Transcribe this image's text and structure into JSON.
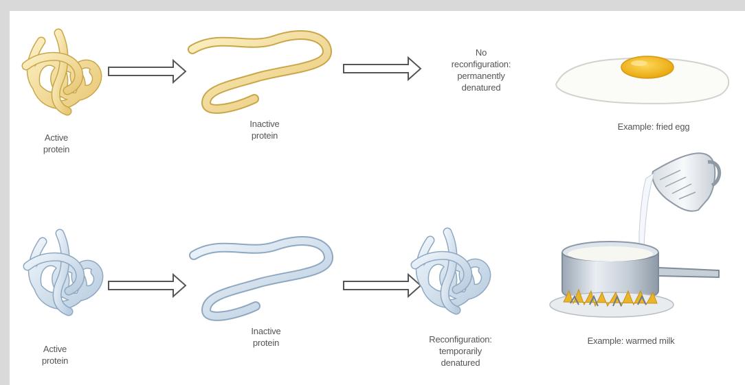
{
  "colors": {
    "background": "#d9d9d9",
    "panel": "#ffffff",
    "yellow_protein": "#f2dc96",
    "yellow_edge": "#c9a64a",
    "blue_protein": "#d8e6f3",
    "blue_edge": "#8fa8c2",
    "egg_yolk": "#f0b81c",
    "label_text": "#555555"
  },
  "top_row": {
    "active_label": [
      "Active",
      "protein"
    ],
    "inactive_label": [
      "Inactive",
      "protein"
    ],
    "outcome_label": [
      "No",
      "reconfiguration:",
      "permanently",
      "denatured"
    ],
    "example_label": "Example: fried egg"
  },
  "bottom_row": {
    "active_label": [
      "Active",
      "protein"
    ],
    "inactive_label": [
      "Inactive",
      "protein"
    ],
    "outcome_label": [
      "Reconfiguration:",
      "temporarily",
      "denatured"
    ],
    "example_label": "Example: warmed milk"
  },
  "icons": [
    "right-arrow-icon",
    "fried-egg-icon",
    "measuring-cup-icon",
    "saucepan-icon",
    "flame-icon"
  ]
}
